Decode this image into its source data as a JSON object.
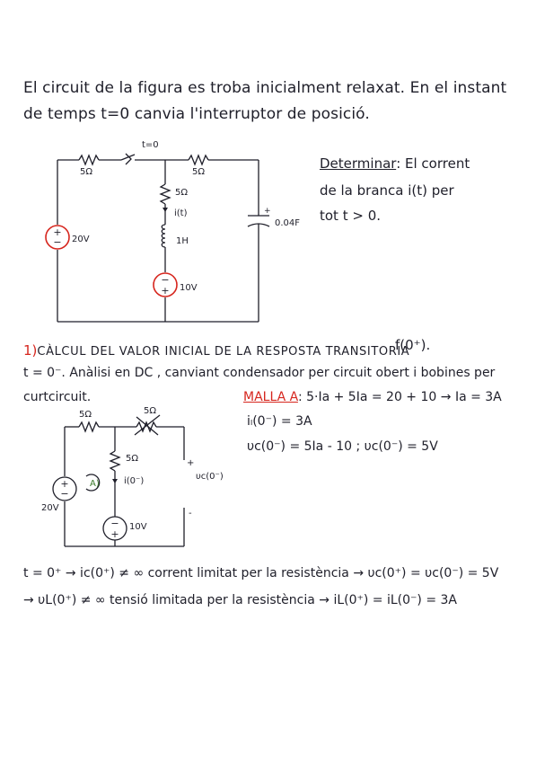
{
  "intro": {
    "line1": "El circuit de la figura es troba inicialment relaxat. En el instant",
    "line2": "de temps t=0 canvia l'interruptor de posició."
  },
  "circuit1": {
    "switch_label": "t=0",
    "r_left": "5Ω",
    "r_right": "5Ω",
    "r_middle": "5Ω",
    "current_label": "i(t)",
    "inductor": "1H",
    "source_20v": "20V",
    "source_10v": "10V",
    "capacitor": "0.04F",
    "cap_plus": "+"
  },
  "task": {
    "heading": "Determinar",
    "line1_rest": ": El corrent",
    "line2": "de la branca i(t) per",
    "line3": "tot t > 0."
  },
  "section1": {
    "number": "1)",
    "title": "CÀLCUL DEL VALOR INICIAL DE LA RESPOSTA TRANSITORIA",
    "f_label": "f(0⁺).",
    "line1": "t = 0⁻. Anàlisi en DC , canviant condensador per circuit obert i bobines per",
    "line2": "curtcircuit."
  },
  "malla": {
    "label": "MALLA A",
    "equation": ": 5·Ia + 5Ia = 20 + 10 → Ia = 3A",
    "il": "iₗ(0⁻) = 3A",
    "vc": "υc(0⁻) = 5Ia - 10 ; υc(0⁻) = 5V"
  },
  "circuit2": {
    "r_left": "5Ω",
    "r_right": "5Ω",
    "r_middle": "5Ω",
    "current_label": "i(0⁻)",
    "mesh_label": "A)",
    "source_20v": "20V",
    "source_10v": "10V",
    "vc_label": "υc(0⁻)",
    "plus": "+",
    "minus": "-"
  },
  "conclusions": {
    "line1": "t = 0⁺ →  ic(0⁺) ≠ ∞  corrent limitat per la resistència → υc(0⁺) = υc(0⁻) = 5V",
    "line2": "→ υL(0⁺) ≠ ∞  tensió limitada per la resistència → iL(0⁺) = iL(0⁻) = 3A"
  },
  "colors": {
    "ink": "#1f1f2a",
    "red": "#d6261e",
    "source_red": "#d6261e"
  }
}
